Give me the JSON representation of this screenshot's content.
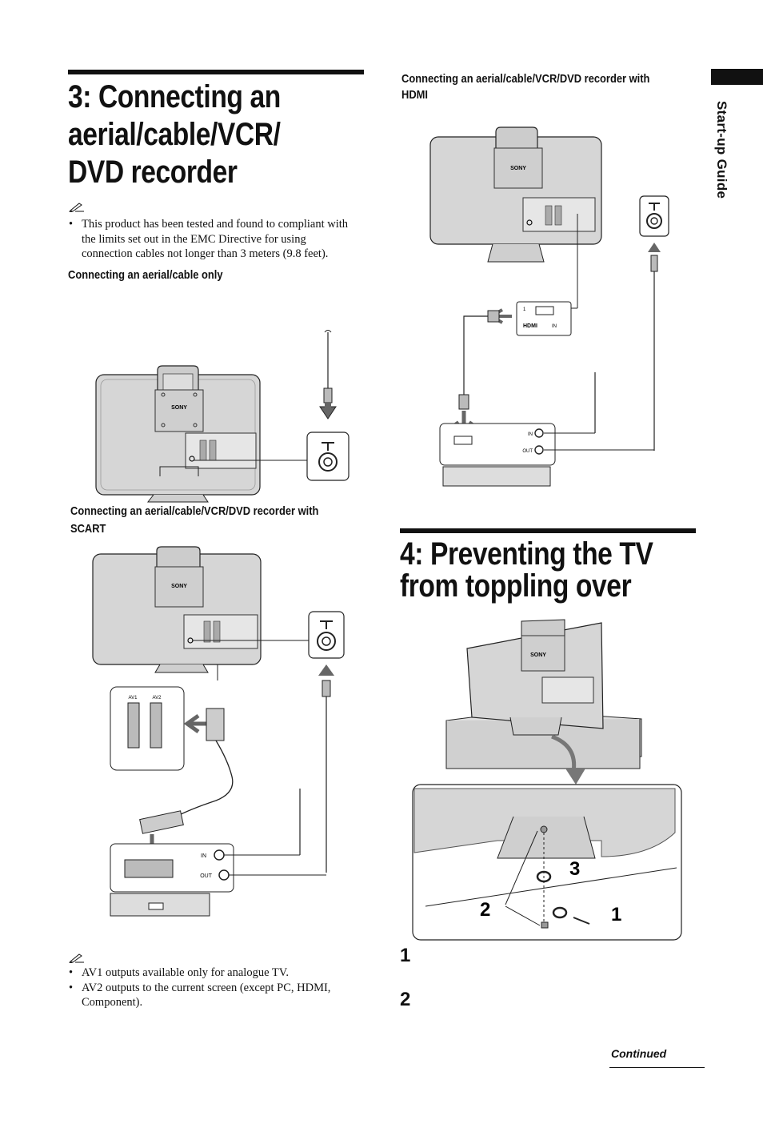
{
  "section3": {
    "title_lines": [
      "3: Connecting an",
      "aerial/cable/VCR/",
      "DVD recorder"
    ],
    "note_icon": "pencil-note-icon",
    "note_items": [
      "This product has been tested and found to compliant with the limits set out in the EMC Directive for using connection cables not longer than 3 meters (9.8 feet)."
    ],
    "sub_aerial": "Connecting an aerial/cable only",
    "sub_scart_lines": [
      "Connecting an aerial/cable/VCR/DVD recorder with",
      "SCART"
    ],
    "sub_hdmi_lines": [
      "Connecting an aerial/cable/VCR/DVD recorder with",
      "HDMI"
    ],
    "note2_icon": "pencil-note-icon",
    "note2_items": [
      "AV1 outputs available only for analogue TV.",
      "AV2 outputs to the current screen (except PC, HDMI, Component)."
    ]
  },
  "diagram_labels": {
    "brand": "SONY",
    "av1": "AV1",
    "av2": "AV2",
    "in": "IN",
    "out": "OUT",
    "hdmi_num": "1",
    "hdmi": "HDMI",
    "hdmi_in": "IN"
  },
  "section4": {
    "title_lines": [
      "4: Preventing the TV",
      "from toppling over"
    ],
    "callout_1": "1",
    "callout_2": "2",
    "callout_3": "3",
    "steps": [
      "1",
      "2"
    ]
  },
  "sidebar": {
    "label": "Start-up Guide"
  },
  "footer": {
    "continued": "Continued"
  }
}
